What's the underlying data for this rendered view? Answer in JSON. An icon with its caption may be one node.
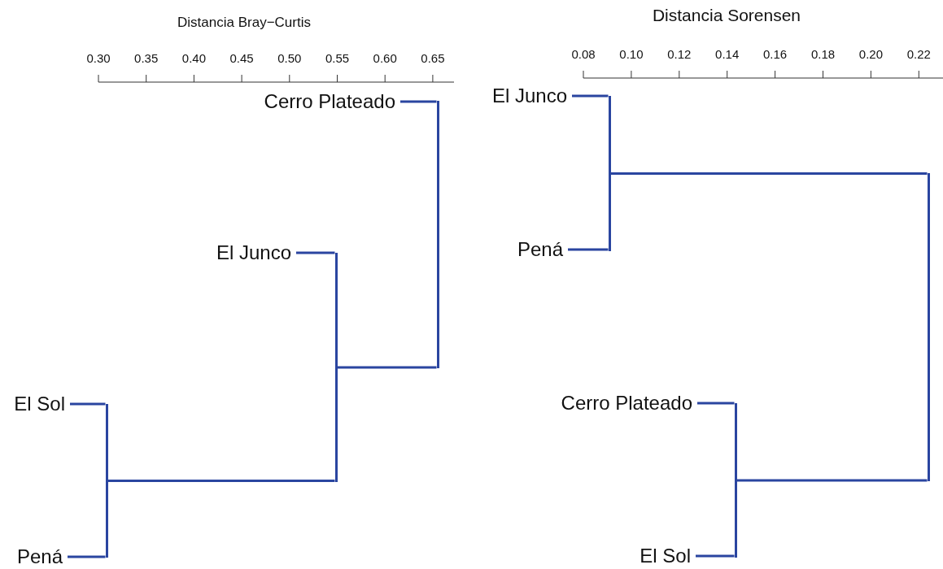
{
  "diagram": {
    "nodes": [
      {
        "text": [
          "Cerro Plateado"
        ]
      },
      {
        "text": [
          "El Junco"
        ]
      },
      {
        "text": [
          "El Sol"
        ]
      },
      {
        "text": [
          "Pená"
        ]
      },
      {
        "text": [],
        "shape": "bar"
      },
      {
        "text": [],
        "shape": "bar"
      },
      {
        "text": [],
        "shape": "bar"
      },
      {
        "text": [
          "El Junco"
        ]
      },
      {
        "text": [
          "Pená"
        ]
      },
      {
        "text": [
          "Cerro Plateado"
        ]
      },
      {
        "text": [
          "El Sol"
        ]
      },
      {
        "text": [],
        "shape": "bar"
      },
      {
        "text": [],
        "shape": "bar"
      },
      {
        "text": [],
        "shape": "bar"
      }
    ],
    "edges": [
      {
        "from": 0,
        "to": 6,
        "arrow": "none"
      },
      {
        "from": 5,
        "to": 6,
        "arrow": "none"
      },
      {
        "from": 1,
        "to": 5,
        "arrow": "none"
      },
      {
        "from": 4,
        "to": 5,
        "arrow": "none"
      },
      {
        "from": 2,
        "to": 4,
        "arrow": "none"
      },
      {
        "from": 3,
        "to": 4,
        "arrow": "none"
      },
      {
        "from": 7,
        "to": 11,
        "arrow": "none"
      },
      {
        "from": 8,
        "to": 11,
        "arrow": "none"
      },
      {
        "from": 9,
        "to": 12,
        "arrow": "none"
      },
      {
        "from": 10,
        "to": 12,
        "arrow": "none"
      },
      {
        "from": 11,
        "to": 13,
        "arrow": "none"
      },
      {
        "from": 12,
        "to": 13,
        "arrow": "none"
      }
    ],
    "labels": [
      "Distancia Bray−Curtis",
      "0.30",
      "0.35",
      "0.40",
      "0.45",
      "0.50",
      "0.55",
      "0.60",
      "0.65",
      "Distancia Sorensen",
      "0.08",
      "0.10",
      "0.12",
      "0.14",
      "0.16",
      "0.18",
      "0.20",
      "0.22"
    ]
  }
}
